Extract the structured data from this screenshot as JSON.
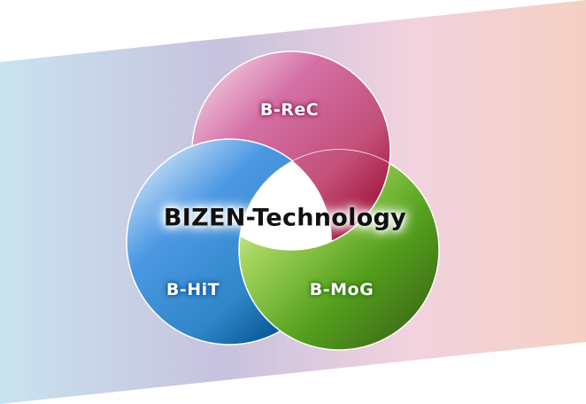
{
  "diagram": {
    "title": "BIZEN-Technology",
    "circles": [
      {
        "id": "rec",
        "label": "B-ReC",
        "color": "#c7507e",
        "position": "top"
      },
      {
        "id": "hit",
        "label": "B-HiT",
        "color": "#3f8fd9",
        "position": "bottom-left"
      },
      {
        "id": "mog",
        "label": "B-MoG",
        "color": "#6fb23a",
        "position": "bottom-right"
      }
    ],
    "background_band": {
      "gradient_stops": [
        "#c9e3ef",
        "#c7c2de",
        "#f2d2de",
        "#f4d0c3"
      ]
    }
  }
}
